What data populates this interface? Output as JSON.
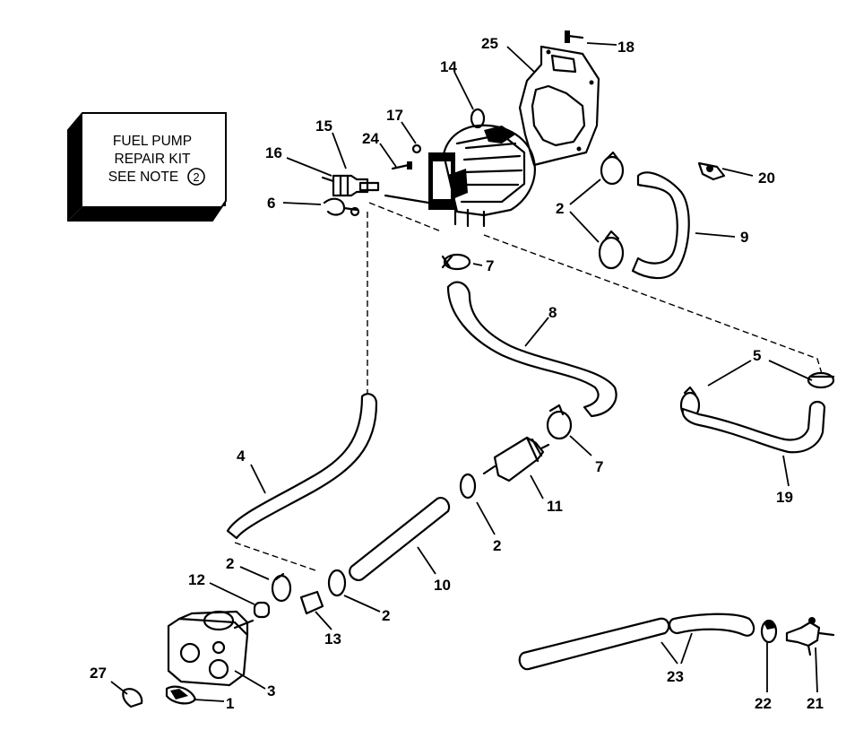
{
  "note_box": {
    "line1": "FUEL PUMP",
    "line2": "REPAIR KIT",
    "line3": "SEE NOTE",
    "note_number": "2"
  },
  "callouts": {
    "c1": "1",
    "c2a": "2",
    "c2b": "2",
    "c2c": "2",
    "c2d": "2",
    "c3": "3",
    "c4": "4",
    "c5": "5",
    "c6": "6",
    "c7a": "7",
    "c7b": "7",
    "c8": "8",
    "c9": "9",
    "c10": "10",
    "c11": "11",
    "c12": "12",
    "c13": "13",
    "c14": "14",
    "c15": "15",
    "c16": "16",
    "c17": "17",
    "c18": "18",
    "c19": "19",
    "c20": "20",
    "c21": "21",
    "c22": "22",
    "c23": "23",
    "c24": "24",
    "c25": "25",
    "c27": "27"
  }
}
